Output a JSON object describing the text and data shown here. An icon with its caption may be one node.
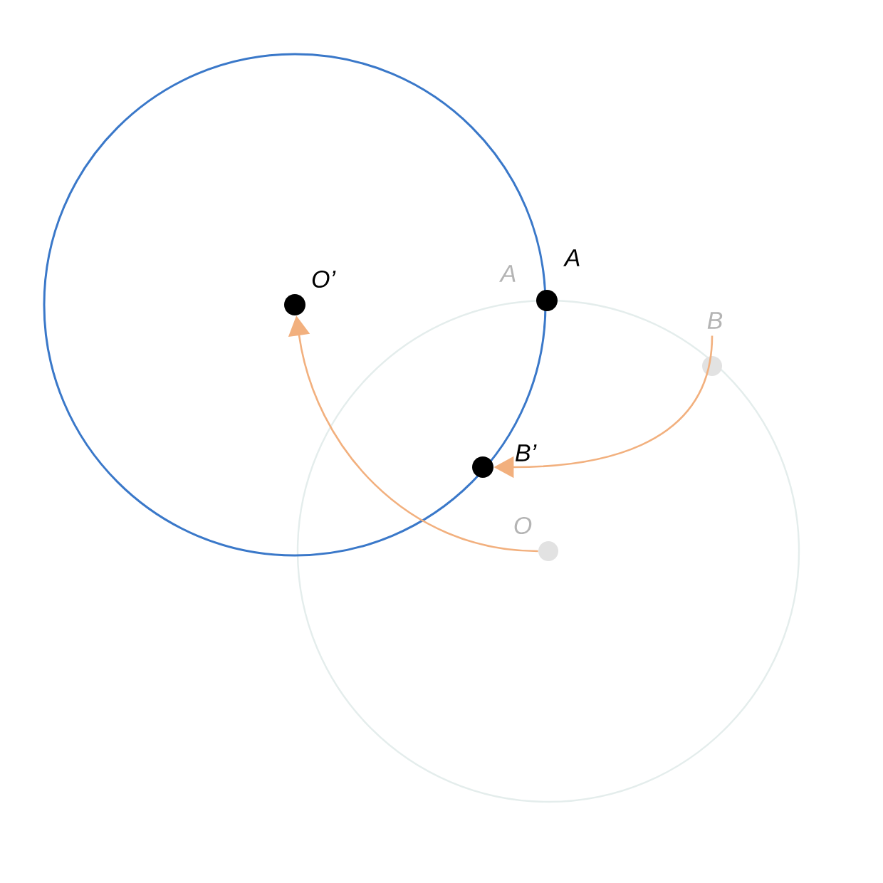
{
  "diagram": {
    "nodes": [
      {
        "text": [],
        "shape": "circle",
        "beside": [
          "O’"
        ]
      },
      {
        "text": [],
        "shape": "circle",
        "beside": [
          "A"
        ]
      },
      {
        "text": [],
        "shape": "circle",
        "beside": [
          "B’"
        ]
      },
      {
        "text": [],
        "shape": "circle",
        "beside": [
          "B"
        ]
      },
      {
        "text": [],
        "shape": "circle",
        "beside": [
          "O"
        ]
      }
    ],
    "edges": [
      {
        "from": 4,
        "to": 0,
        "arrow": "to"
      },
      {
        "from": 3,
        "to": 2,
        "arrow": "to"
      }
    ],
    "labels": [
      "A"
    ]
  }
}
